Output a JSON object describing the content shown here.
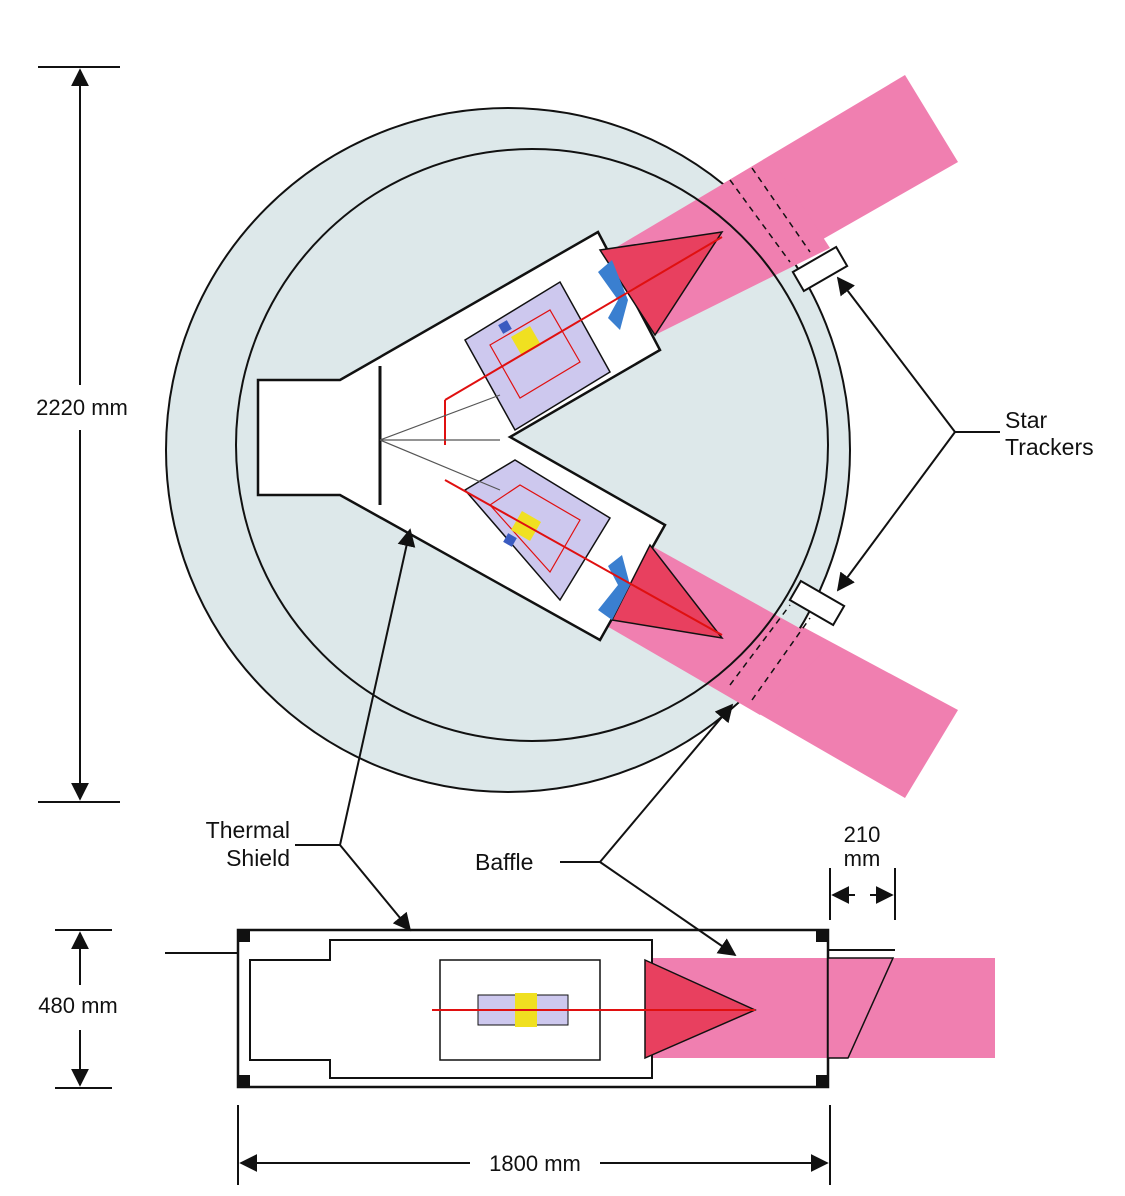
{
  "labels": {
    "star_trackers_line1": "Star",
    "star_trackers_line2": "Trackers",
    "thermal_shield_line1": "Thermal",
    "thermal_shield_line2": "Shield",
    "baffle": "Baffle"
  },
  "dimensions": {
    "diameter": "2220 mm",
    "height": "480 mm",
    "length": "1800 mm",
    "baffle_depth_line1": "210",
    "baffle_depth_line2": "mm"
  },
  "colors": {
    "beam": "#f07fb0",
    "cone": "#e8405f",
    "ray": "#e01010",
    "body": "#dde8ea",
    "bench": "#cdc8ee",
    "detector": "#f0e020",
    "mirror": "#3a7fd0",
    "stroke": "#111111"
  }
}
